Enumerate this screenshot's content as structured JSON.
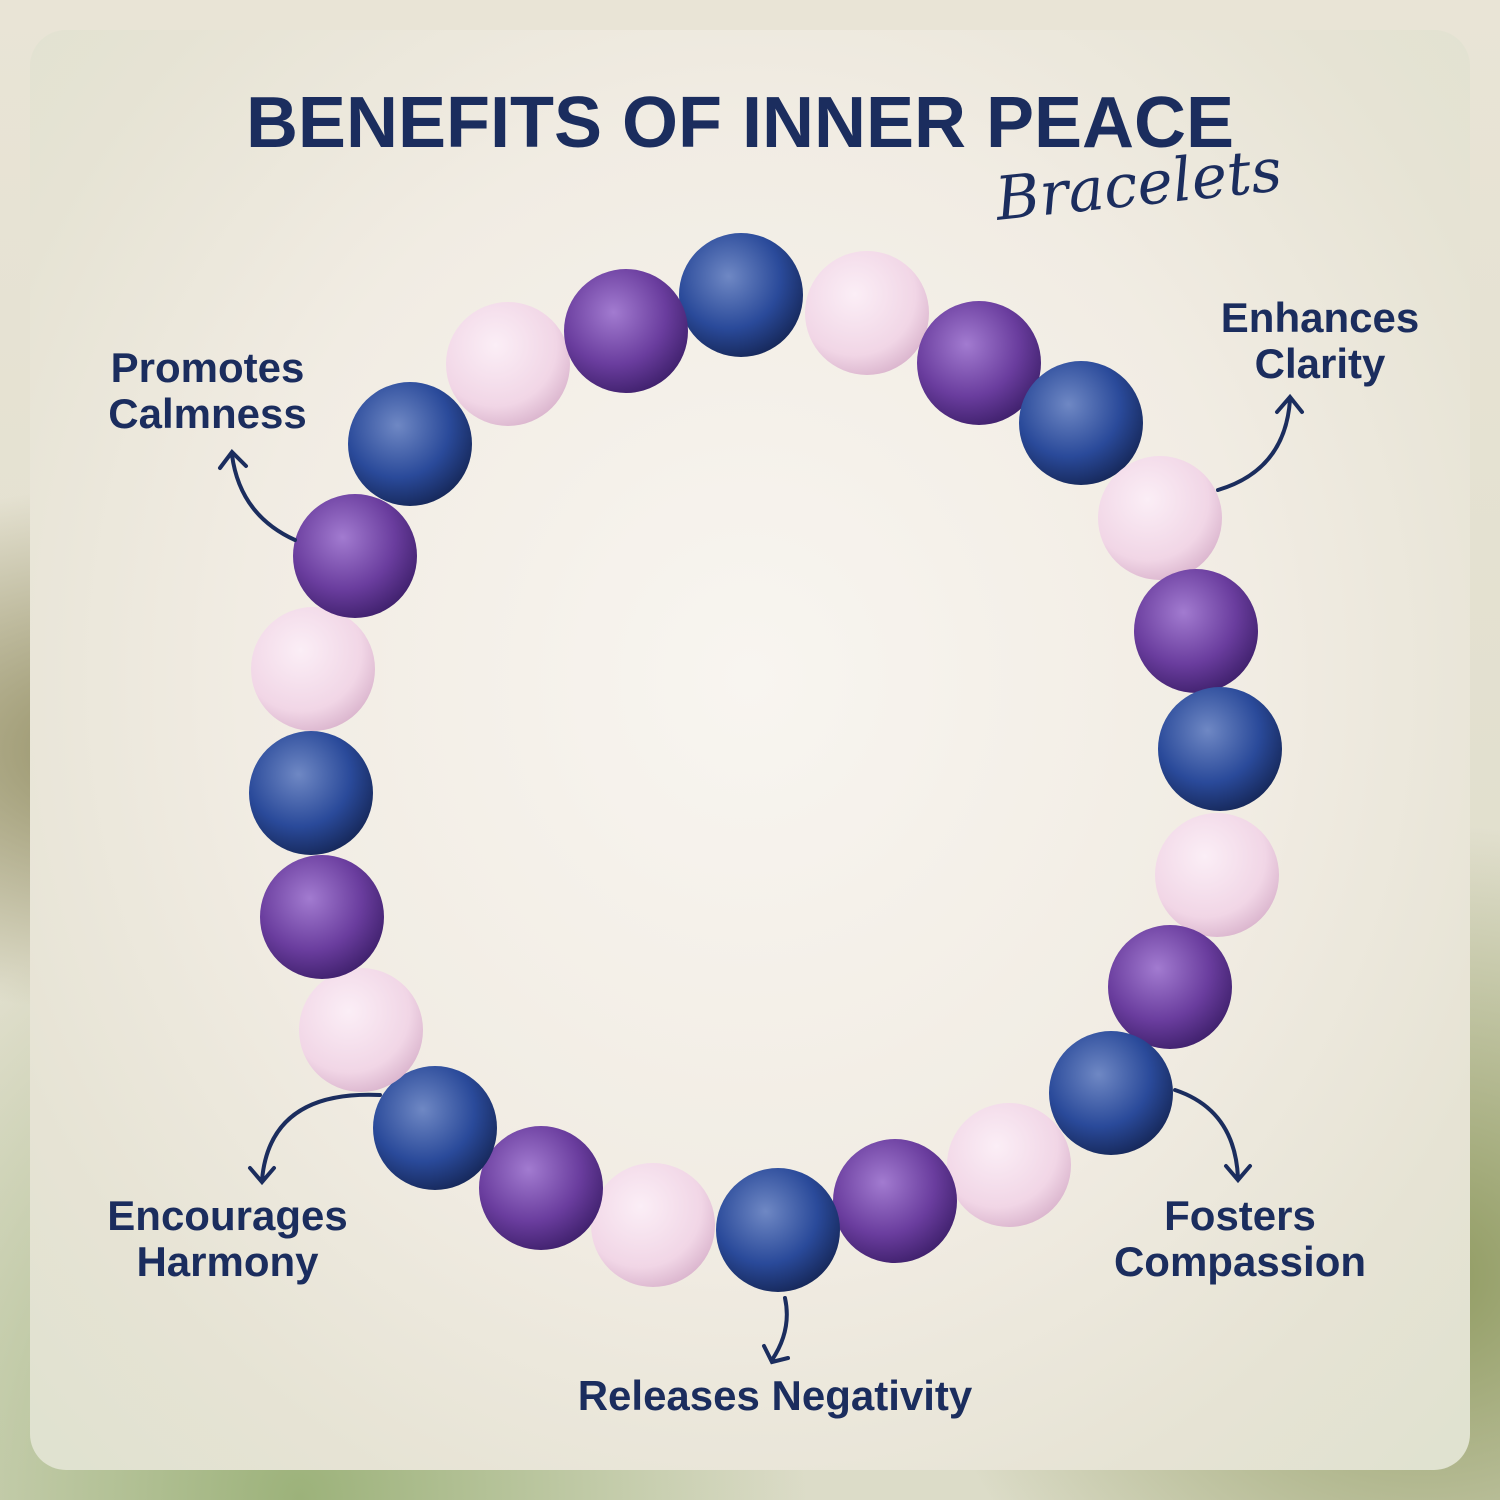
{
  "title": "BENEFITS OF INNER PEACE",
  "subtitle": "Bracelets",
  "benefits": {
    "calmness": "Promotes Calmness",
    "clarity": "Enhances Clarity",
    "harmony": "Encourages Harmony",
    "compassion": "Fosters Compassion",
    "negativity": "Releases Negativity"
  },
  "colors": {
    "text": "#1b2d5e",
    "amethyst": "#6a3d9e",
    "rose_quartz": "#f1d6e6",
    "lapis": "#2a4a9a"
  }
}
